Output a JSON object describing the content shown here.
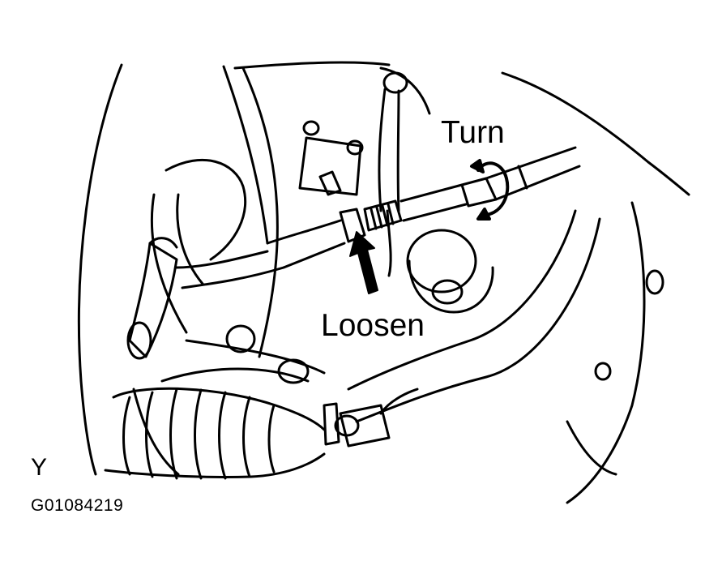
{
  "labels": {
    "turn": "Turn",
    "loosen": "Loosen",
    "view": "Y"
  },
  "figure_code": "G01084219",
  "colors": {
    "ink": "#000000",
    "paper": "#ffffff"
  }
}
